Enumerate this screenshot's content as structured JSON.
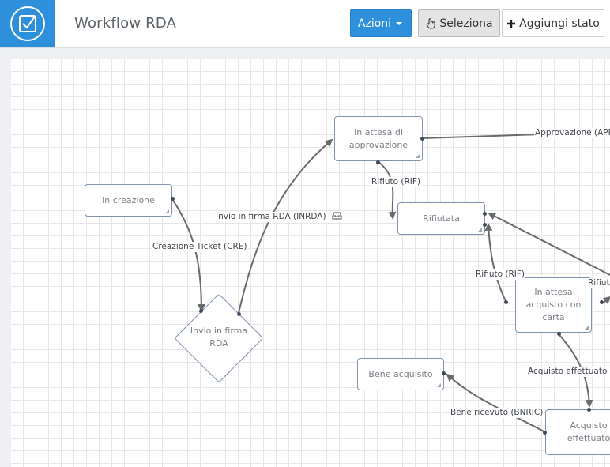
{
  "header": {
    "logo_icon": "checkbox-check-icon",
    "title": "Workflow RDA",
    "azioni_label": "Azioni",
    "seleziona_label": "Seleziona",
    "aggiungi_label": "Aggiungi stato"
  },
  "colors": {
    "accent": "#2e8fdb",
    "node_border": "#7f93ad",
    "edge": "#6a6a6a"
  },
  "nodes": {
    "in_creazione": "In creazione",
    "in_attesa_approvazione": "In attesa di approvazione",
    "rifiutata": "Rifiutata",
    "invio_firma": "Invio in firma RDA",
    "in_attesa_acquisto": "In attesa acquisto con carta",
    "bene_acquisito": "Bene acquisito",
    "acquisto_effettuato": "Acquisto effettuato"
  },
  "edges": {
    "creazione_ticket": "Creazione Ticket (CRE)",
    "invio_firma": "Invio in firma RDA (INRDA)",
    "rifiuto_1": "Rifiuto (RIF)",
    "rifiuto_2": "Rifiuto (RIF)",
    "rifiuto_3": "Rifiut",
    "approvazione": "Approvazione (APP",
    "acquisto_effettuato": "Acquisto effettuato (A",
    "bene_ricevuto": "Bene ricevuto (BNRIC)"
  }
}
